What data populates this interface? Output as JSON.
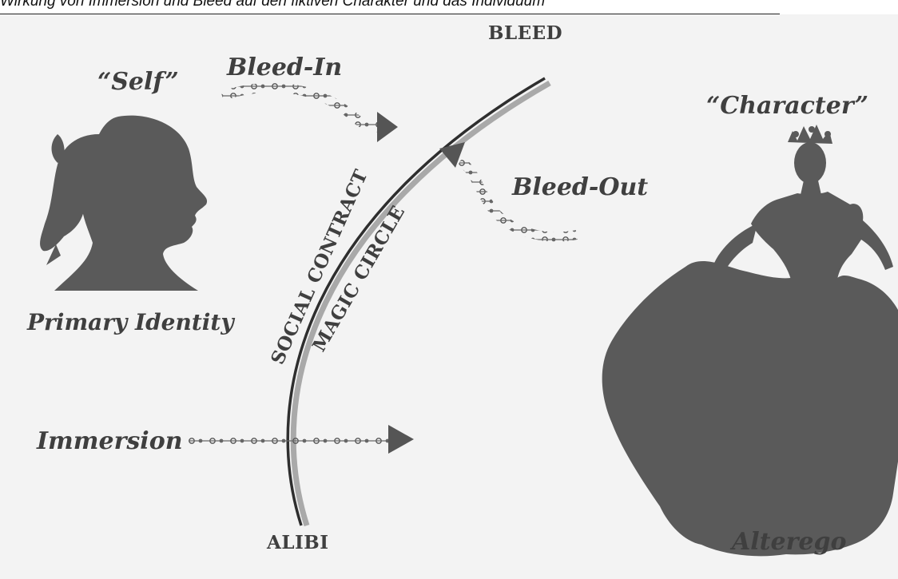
{
  "caption": "Wirkung von Immersion und Bleed auf den fiktiven Charakter und das Individuum",
  "labels": {
    "self": "“Self”",
    "primary_identity": "Primary Identity",
    "character": "“Character”",
    "alterego": "Alterego",
    "bleed": "BLEED",
    "alibi": "ALIBI",
    "bleed_in": "Bleed-In",
    "bleed_out": "Bleed-Out",
    "immersion": "Immersion",
    "social_contract": "SOCIAL CONTRACT",
    "magic_circle": "MAGIC CIRCLE"
  },
  "icons": {
    "person": "woman-head-silhouette-icon",
    "character": "princess-silhouette-icon"
  },
  "colors": {
    "background": "#f3f3f3",
    "ink": "#5a5a5a",
    "text": "#3f3f3f",
    "arc_dark": "#2e2e2e",
    "arc_light": "#a9a9a9"
  }
}
